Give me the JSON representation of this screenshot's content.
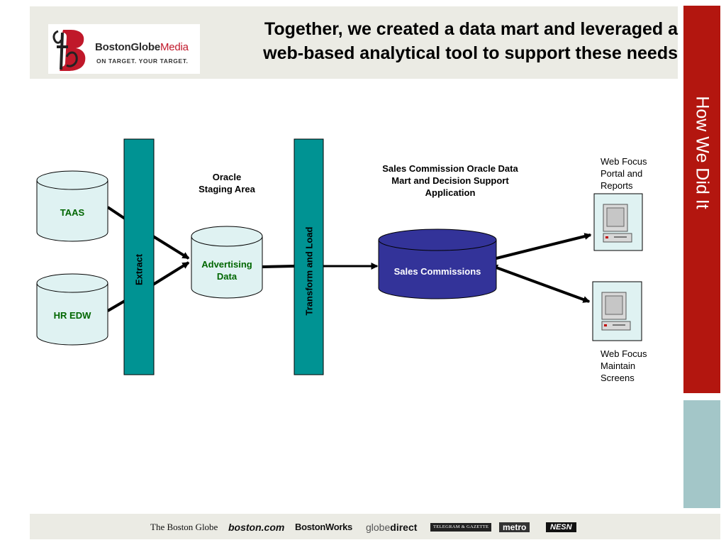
{
  "header": {
    "logo": {
      "name_part1": "BostonGlobe",
      "name_part2": "Media",
      "tagline": "ON TARGET. YOUR TARGET."
    },
    "title_line1": "Together, we created a data mart and leveraged a",
    "title_line2": "web-based analytical tool to support these needs"
  },
  "sidebar": {
    "label": "How We Did It"
  },
  "diagram": {
    "sources": [
      {
        "label": "TAAS"
      },
      {
        "label": "HR EDW"
      }
    ],
    "extract_bar": "Extract",
    "staging_title_line1": "Oracle",
    "staging_title_line2": "Staging Area",
    "staging_db_line1": "Advertising",
    "staging_db_line2": "Data",
    "transform_bar": "Transform and Load",
    "mart_title_line1": "Sales Commission Oracle Data",
    "mart_title_line2": "Mart and Decision Support",
    "mart_title_line3": "Application",
    "mart_db": "Sales Commissions",
    "portal_label_line1": "Web Focus",
    "portal_label_line2": "Portal and",
    "portal_label_line3": "Reports",
    "maintain_label_line1": "Web Focus",
    "maintain_label_line2": "Maintain",
    "maintain_label_line3": "Screens",
    "colors": {
      "bar_teal": "#009393",
      "cylinder_light": "#dff2f2",
      "cylinder_dark": "#333399",
      "label_green": "#006600"
    }
  },
  "footer": {
    "brands": [
      "The Boston Globe",
      "boston.com",
      "BostonWorks",
      "globe",
      "direct",
      "TELEGRAM & GAZETTE",
      "metro",
      "NESN"
    ]
  }
}
